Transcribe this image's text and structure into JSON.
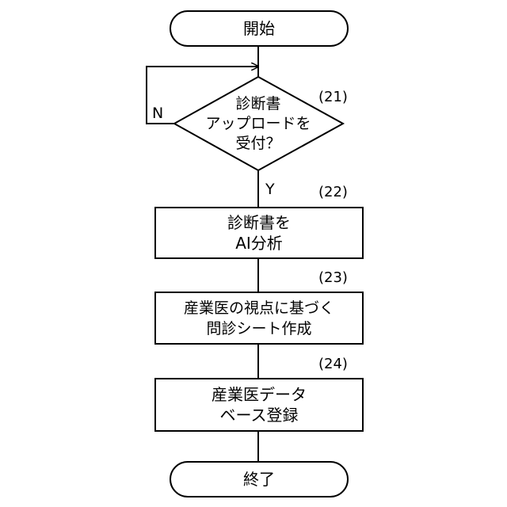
{
  "nodes": {
    "start": {
      "text": "開始"
    },
    "decision": {
      "text": "診断書\nアップロードを\n受付？",
      "ref": "(21)"
    },
    "analyze": {
      "text": "診断書を\nAI分析",
      "ref": "(22)"
    },
    "create": {
      "text": "産業医の視点に基づく\n問診シート作成",
      "ref": "(23)"
    },
    "register": {
      "text": "産業医データ\nベース登録",
      "ref": "(24)"
    },
    "end": {
      "text": "終了"
    }
  },
  "branches": {
    "no": "N",
    "yes": "Y"
  }
}
